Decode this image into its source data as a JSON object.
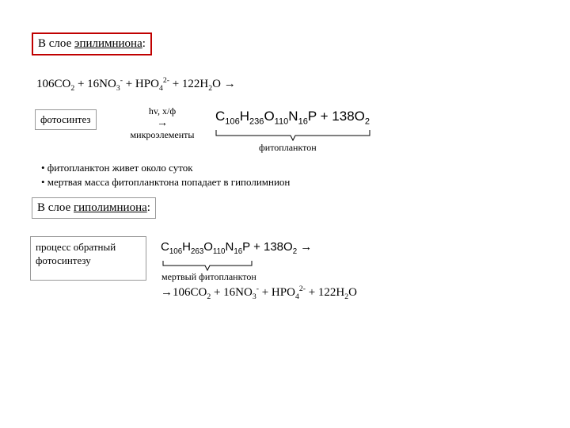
{
  "epilimnion": {
    "heading_prefix": "В слое ",
    "heading_word": "эпилимниона",
    "heading_suffix": ":",
    "equation": {
      "lhs": [
        {
          "t": "106CO"
        },
        {
          "sub": "2"
        },
        {
          "t": " + 16NO"
        },
        {
          "sub": "3"
        },
        {
          "sup": "-"
        },
        {
          "t": " + HPO"
        },
        {
          "sub": "4"
        },
        {
          "sup": "2-"
        },
        {
          "t": " + 122H"
        },
        {
          "sub": "2"
        },
        {
          "t": "O →"
        }
      ]
    },
    "process_label": "фотосинтез",
    "catalyst_top": "hv, х/ф",
    "catalyst_arrow": "→",
    "catalyst_bottom": "микроэлементы",
    "product": [
      {
        "t": "C"
      },
      {
        "sub": "106"
      },
      {
        "t": "H"
      },
      {
        "sub": "236"
      },
      {
        "t": "O"
      },
      {
        "sub": "110"
      },
      {
        "t": "N"
      },
      {
        "sub": "16"
      },
      {
        "t": "P + 138O"
      },
      {
        "sub": "2"
      }
    ],
    "product_caption": "фитопланктон",
    "bullets": [
      "• фитопланктон живет около суток",
      "• мертвая масса фитопланктона попадает в гиполимнион"
    ]
  },
  "hypolimnion": {
    "heading_prefix": "В слое ",
    "heading_word": "гиполимниона",
    "heading_suffix": ":",
    "process_label_line1": "процесс обратный",
    "process_label_line2": "фотосинтезу",
    "reactant": [
      {
        "t": "C"
      },
      {
        "sub": "106"
      },
      {
        "t": "H"
      },
      {
        "sub": "263"
      },
      {
        "t": "O"
      },
      {
        "sub": "110"
      },
      {
        "t": "N"
      },
      {
        "sub": "16"
      },
      {
        "t": "P + 138O"
      },
      {
        "sub": "2"
      },
      {
        "t": " →"
      }
    ],
    "reactant_caption": "мертвый фитопланктон",
    "result": [
      {
        "t": "→106CO"
      },
      {
        "sub": "2"
      },
      {
        "t": " + 16NO"
      },
      {
        "sub": "3"
      },
      {
        "sup": "-"
      },
      {
        "t": " + HPO"
      },
      {
        "sub": "4"
      },
      {
        "sup": "2-"
      },
      {
        "t": " + 122H"
      },
      {
        "sub": "2"
      },
      {
        "t": "O"
      }
    ]
  }
}
